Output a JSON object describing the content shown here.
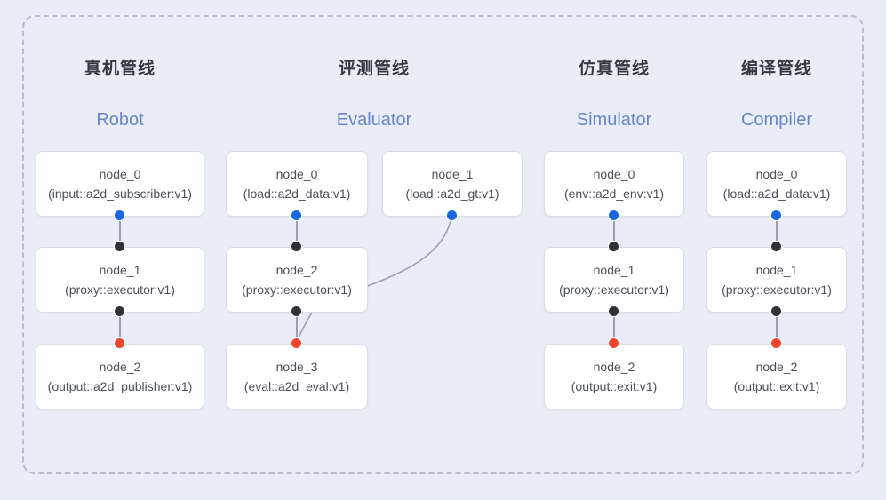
{
  "diagram": {
    "title_cn_columns": [
      "真机管线",
      "评测管线",
      "仿真管线",
      "编译管线"
    ],
    "colors": {
      "background": "#e8edf7",
      "frame_border": "#b6bdcc",
      "node_bg": "#ffffff",
      "node_border": "#dadde3",
      "title_cn": "#35383d",
      "title_en": "#6b84c9",
      "dot_source": "#1a66e0",
      "dot_mid": "#2e3136",
      "dot_sink": "#ef4430",
      "edge": "#9aa0ad"
    },
    "columns": [
      {
        "title_cn": "真机管线",
        "title_en": "Robot",
        "nodes": [
          {
            "name": "node_0",
            "kind": "(input::a2d_subscriber:v1)"
          },
          {
            "name": "node_1",
            "kind": "(proxy::executor:v1)"
          },
          {
            "name": "node_2",
            "kind": "(output::a2d_publisher:v1)"
          }
        ]
      },
      {
        "title_cn": "评测管线",
        "title_en": "Evaluator",
        "nodes": [
          {
            "name": "node_0",
            "kind": "(load::a2d_data:v1)"
          },
          {
            "name": "node_1",
            "kind": "(load::a2d_gt:v1)"
          },
          {
            "name": "node_2",
            "kind": "(proxy::executor:v1)"
          },
          {
            "name": "node_3",
            "kind": "(eval::a2d_eval:v1)"
          }
        ]
      },
      {
        "title_cn": "仿真管线",
        "title_en": "Simulator",
        "nodes": [
          {
            "name": "node_0",
            "kind": "(env::a2d_env:v1)"
          },
          {
            "name": "node_1",
            "kind": "(proxy::executor:v1)"
          },
          {
            "name": "node_2",
            "kind": "(output::exit:v1)"
          }
        ]
      },
      {
        "title_cn": "编译管线",
        "title_en": "Compiler",
        "nodes": [
          {
            "name": "node_0",
            "kind": "(load::a2d_data:v1)"
          },
          {
            "name": "node_1",
            "kind": "(proxy::executor:v1)"
          },
          {
            "name": "node_2",
            "kind": "(output::exit:v1)"
          }
        ]
      }
    ]
  }
}
